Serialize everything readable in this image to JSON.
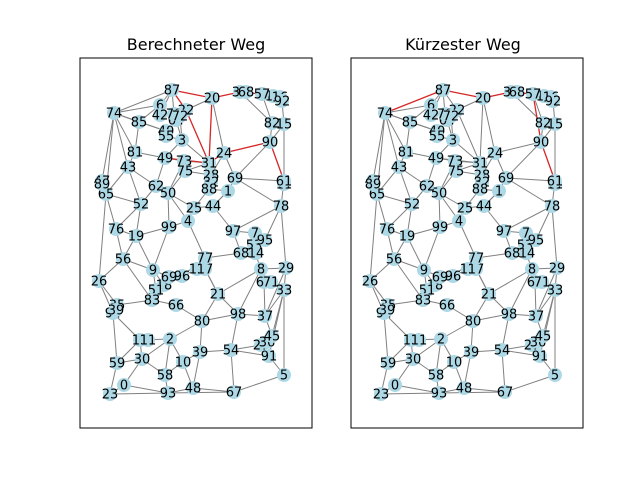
{
  "chart_data": [
    {
      "type": "network",
      "title": "Berechneter Weg",
      "edge_color": "#808080",
      "path_color": "#d62728",
      "node_color": "#add8e6",
      "grid": false,
      "path_edges": [
        [
          "87",
          "20"
        ],
        [
          "20",
          "38"
        ],
        [
          "38",
          "57"
        ],
        [
          "87",
          "22"
        ],
        [
          "22",
          "31"
        ],
        [
          "20",
          "31"
        ],
        [
          "31",
          "24"
        ],
        [
          "24",
          "90"
        ],
        [
          "90",
          "61"
        ],
        [
          "49",
          "31"
        ]
      ]
    },
    {
      "type": "network",
      "title": "Kürzester Weg",
      "edge_color": "#808080",
      "path_color": "#d62728",
      "node_color": "#add8e6",
      "grid": false,
      "path_edges": [
        [
          "74",
          "87"
        ],
        [
          "87",
          "20"
        ],
        [
          "20",
          "38"
        ],
        [
          "38",
          "57"
        ],
        [
          "57",
          "90"
        ],
        [
          "90",
          "61"
        ]
      ]
    }
  ]
}
